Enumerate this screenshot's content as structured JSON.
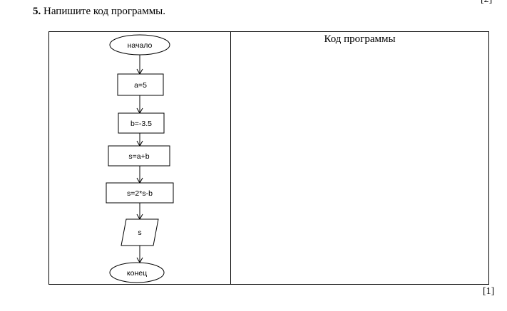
{
  "top_mark": "[2]",
  "question": {
    "number": "5.",
    "text": " Напишите код программы."
  },
  "table": {
    "code_header": "Код программы"
  },
  "flowchart": {
    "start": "начало",
    "steps": [
      "a=5",
      "b=-3.5",
      "s=a+b",
      "s=2*s-b"
    ],
    "output": "s",
    "end": "конец"
  },
  "bottom_mark": "[1]"
}
